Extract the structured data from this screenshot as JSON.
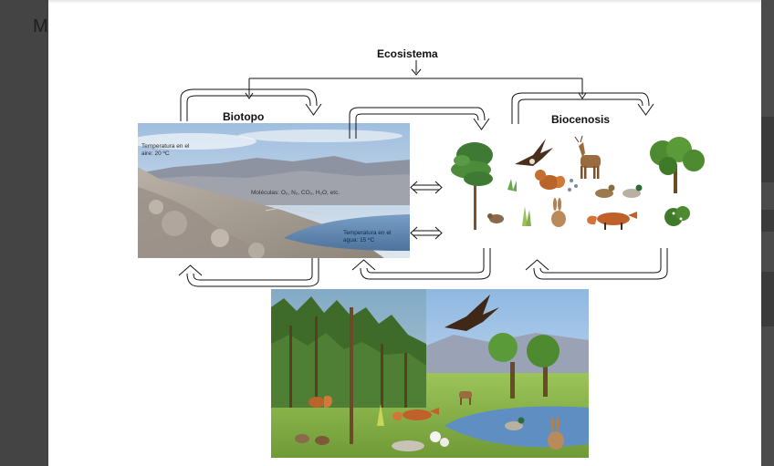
{
  "viewer": {
    "ghost_letter": "M"
  },
  "diagram": {
    "title": "Ecosistema",
    "biotopo_label": "Biotopo",
    "biocenosis_label": "Biocenosis",
    "biotopo": {
      "air_temperature": "Temperatura en el aire: 20 ºC",
      "molecules": "Moléculas: O₂, N₂, CO₂, H₂O, etc.",
      "water_temperature": "Temperatura en el agua: 15 ºC"
    }
  },
  "colors": {
    "sky": "#b9d0e6",
    "mountains": "#8a8f9c",
    "rock": "#a49a8e",
    "water": "#5f86b0",
    "grass": "#86b64a",
    "forest": "#3f6b2a",
    "arrow": "#111111"
  },
  "icons": [
    "arrow-icon",
    "double-arrow-icon",
    "eagle-icon",
    "fox-icon",
    "deer-icon",
    "squirrel-icon",
    "duck-icon",
    "rabbit-icon",
    "mouse-icon",
    "tree-icon",
    "bush-icon"
  ]
}
